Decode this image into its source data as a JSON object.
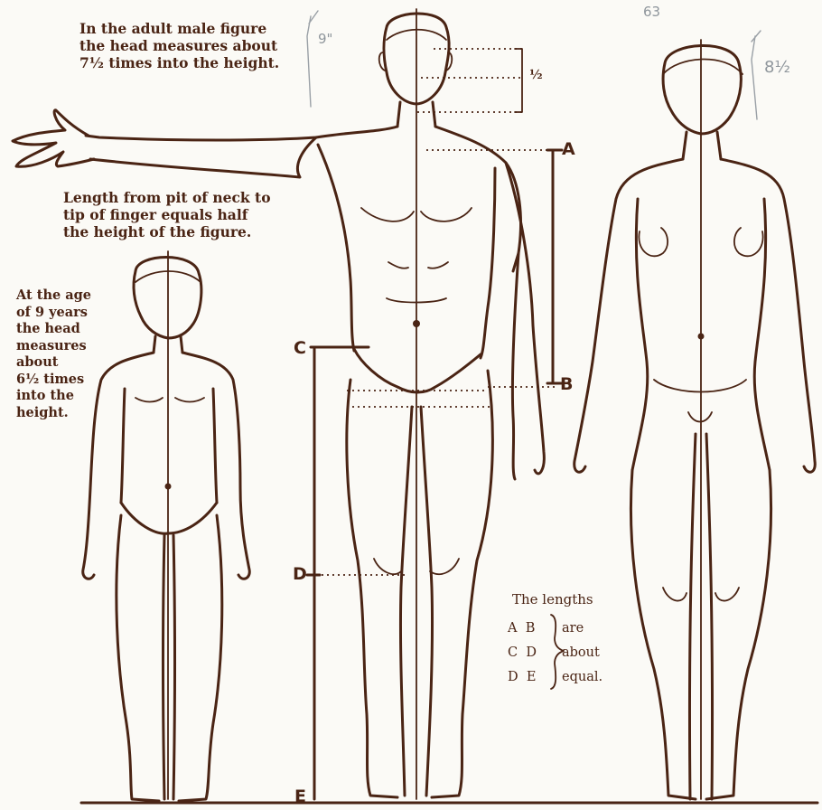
{
  "captions": {
    "adult_male": "In the adult male figure\nthe head measures about\n7½ times into the height.",
    "arm_length": "Length from pit of neck to\ntip of finger equals half\nthe height of the figure.",
    "child": "At the age\nof 9 years\nthe head\nmeasures\nabout\n6½ times\ninto the\nheight."
  },
  "head_fraction": "½",
  "markers": {
    "a": "A",
    "b": "B",
    "c": "C",
    "d": "D",
    "e": "E"
  },
  "lengths_note": {
    "heading": "The lengths",
    "rows": [
      {
        "pair": "A  B",
        "word": "are"
      },
      {
        "pair": "C  D",
        "word": "about"
      },
      {
        "pair": "D  E",
        "word": "equal."
      }
    ]
  },
  "pencil_notes": {
    "left": "9\"",
    "right": "8½",
    "top": "63"
  },
  "colors": {
    "ink": "#4a2414",
    "paper": "#fbfaf6",
    "pencil": "#9aa0a6"
  }
}
